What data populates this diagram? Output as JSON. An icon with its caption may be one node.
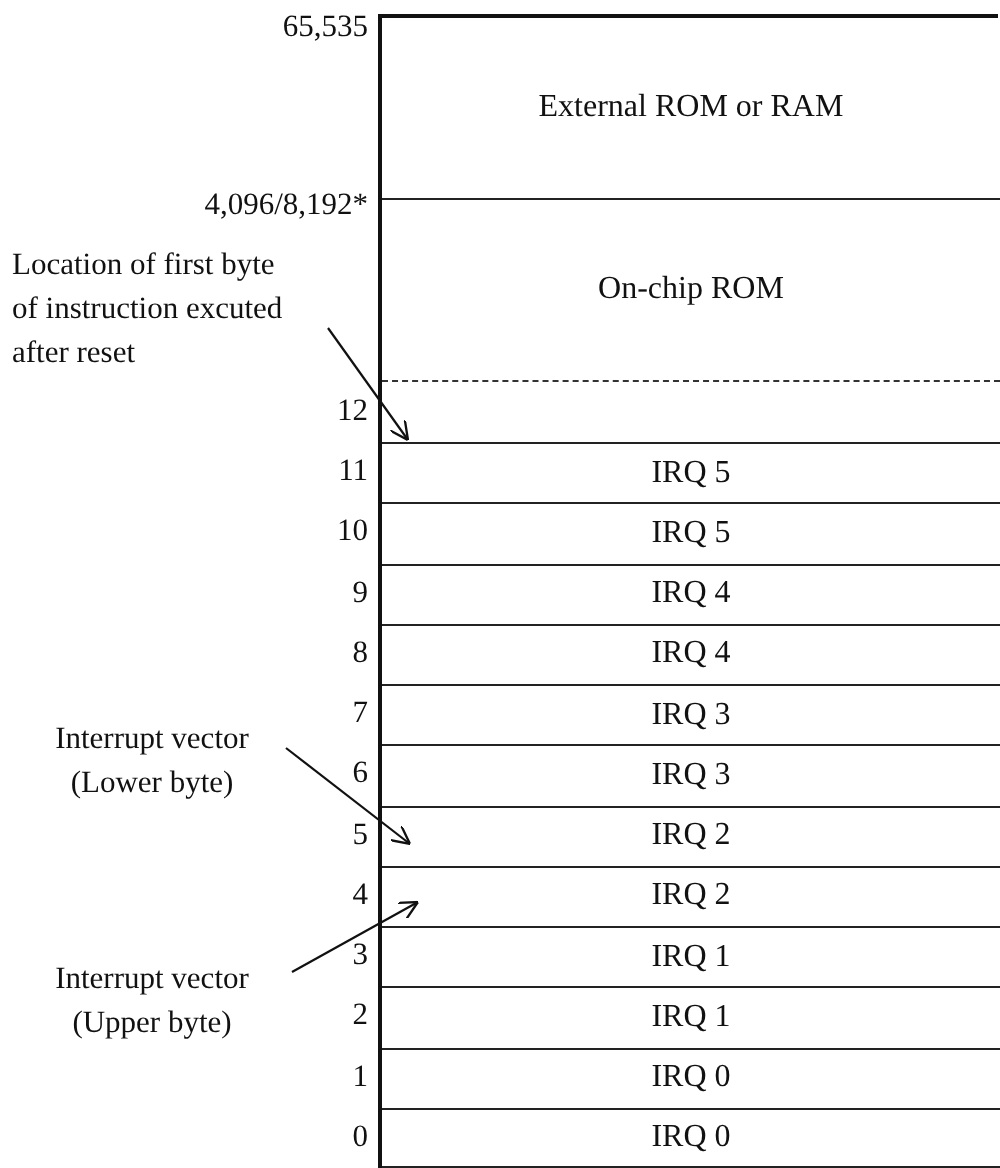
{
  "diagram": {
    "nodes": [
      {
        "text": [
          "External ROM or RAM"
        ]
      },
      {
        "text": [
          "On-chip ROM"
        ]
      },
      {
        "text": [],
        "shape": "box"
      },
      {
        "text": [
          "IRQ 5"
        ]
      },
      {
        "text": [
          "IRQ 5"
        ]
      },
      {
        "text": [
          "IRQ 4"
        ]
      },
      {
        "text": [
          "IRQ 4"
        ]
      },
      {
        "text": [
          "IRQ 3"
        ]
      },
      {
        "text": [
          "IRQ 3"
        ]
      },
      {
        "text": [
          "IRQ 2"
        ]
      },
      {
        "text": [
          "IRQ 2"
        ]
      },
      {
        "text": [
          "IRQ 1"
        ]
      },
      {
        "text": [
          "IRQ 1"
        ]
      },
      {
        "text": [
          "IRQ 0"
        ]
      },
      {
        "text": [
          "IRQ 0"
        ]
      },
      {
        "text": [
          "Location of first byte of instruction excuted after reset"
        ]
      },
      {
        "text": [
          "Interrupt vector (Lower byte)"
        ]
      },
      {
        "text": [
          "Interrupt vector (Upper byte)"
        ]
      }
    ],
    "edges": [
      {
        "from": 15,
        "to": 2,
        "arrow": "to"
      },
      {
        "from": 16,
        "to": 9,
        "arrow": "to"
      },
      {
        "from": 17,
        "to": 10,
        "arrow": "to"
      }
    ],
    "labels": [
      "65,535",
      "4,096/8,192*",
      "12",
      "11",
      "10",
      "9",
      "8",
      "7",
      "6",
      "5",
      "4",
      "3",
      "2",
      "1",
      "0"
    ]
  }
}
